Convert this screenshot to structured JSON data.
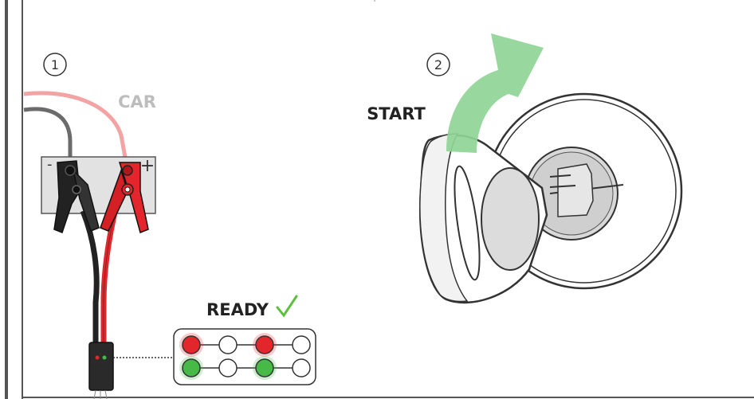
{
  "steps": [
    {
      "number": "1"
    },
    {
      "number": "2"
    }
  ],
  "labels": {
    "car": "CAR",
    "start": "START",
    "ready": "READY",
    "terminal_minus": "-",
    "terminal_plus": "+"
  },
  "led_panel": {
    "rows": [
      [
        "red",
        "off",
        "red",
        "off"
      ],
      [
        "green",
        "off",
        "green",
        "off"
      ]
    ]
  },
  "colors": {
    "red": "#e3262b",
    "green": "#46b947",
    "arrow_green": "#8fd597",
    "car_wire": "#f3a3a3",
    "gray_wire": "#6b6b6b",
    "battery_fill": "#e2e2e2",
    "check": "#5cbf3f"
  }
}
